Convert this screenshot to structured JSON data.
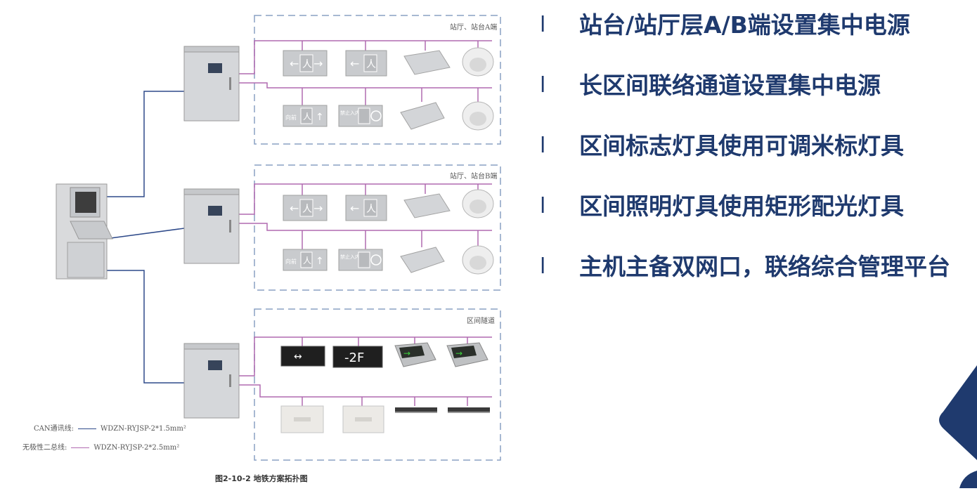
{
  "diagram": {
    "zones": [
      {
        "label": "站厅、站台A端"
      },
      {
        "label": "站厅、站台B端"
      },
      {
        "label": "区间隧道"
      }
    ],
    "legend": [
      {
        "label": "CAN通讯线:",
        "spec": "WDZN-RYJSP-2*1.5mm²",
        "color": "#2e4a8a"
      },
      {
        "label": "无极性二总线:",
        "spec": "WDZN-RYJSP-2*2.5mm²",
        "color": "#b06ab0"
      }
    ],
    "sign_text": {
      "arrow_left": "←",
      "arrow_right": "→",
      "person": "人",
      "direction": "向前",
      "forbid": "禁止入内",
      "floor": "-2F"
    },
    "caption": "图2-10-2 地铁方案拓扑图"
  },
  "bullets": [
    {
      "mark": "l",
      "text": "站台/站厅层A/B端设置集中电源"
    },
    {
      "mark": "l",
      "text": "长区间联络通道设置集中电源"
    },
    {
      "mark": "l",
      "text": "区间标志灯具使用可调米标灯具"
    },
    {
      "mark": "l",
      "text": "区间照明灯具使用矩形配光灯具"
    },
    {
      "mark": "l",
      "text": "主机主备双网口，联络综合管理平台"
    }
  ],
  "colors": {
    "bullet_text": "#1f3a6e",
    "deco": "#1f3a6e",
    "can_line": "#2e4a8a",
    "bus_line": "#b06ab0",
    "zone_border": "#8aa0c4"
  }
}
